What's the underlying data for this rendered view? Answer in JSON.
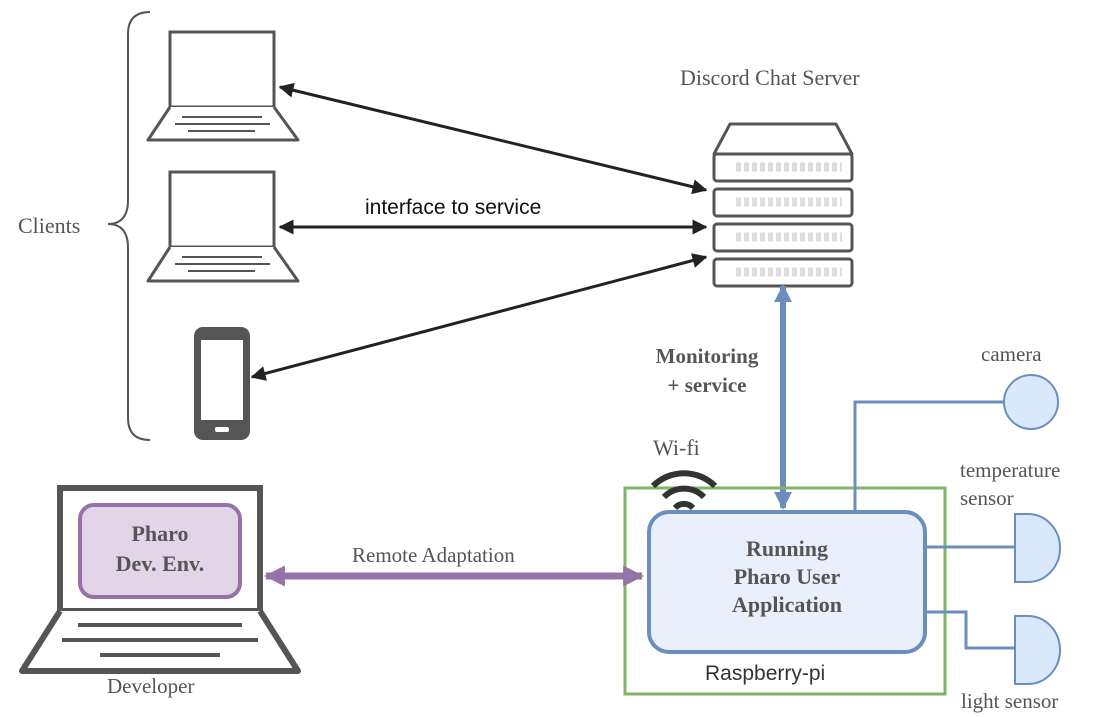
{
  "diagram": {
    "server_label": "Discord Chat Server",
    "clients_label": "Clients",
    "interface_label": "interface to service",
    "monitoring_line1": "Monitoring",
    "monitoring_line2": "+ service",
    "wifi_label": "Wi-fi",
    "camera_label": "camera",
    "temperature_line1": "temperature",
    "temperature_line2": "sensor",
    "light_label": "light sensor",
    "pharo_line1": "Pharo",
    "pharo_line2": "Dev. Env.",
    "remote_label": "Remote Adaptation",
    "app_line1": "Running",
    "app_line2": "Pharo User",
    "app_line3": "Application",
    "raspberry_label": "Raspberry-pi",
    "developer_label": "Developer"
  },
  "colors": {
    "blue_link": "#6C8EBF",
    "purple_link": "#9673A6",
    "green_box": "#82B366",
    "app_fill": "#EAF0FB",
    "sensor_fill": "#DAE8FC",
    "pharo_fill": "#E1D5E7"
  }
}
